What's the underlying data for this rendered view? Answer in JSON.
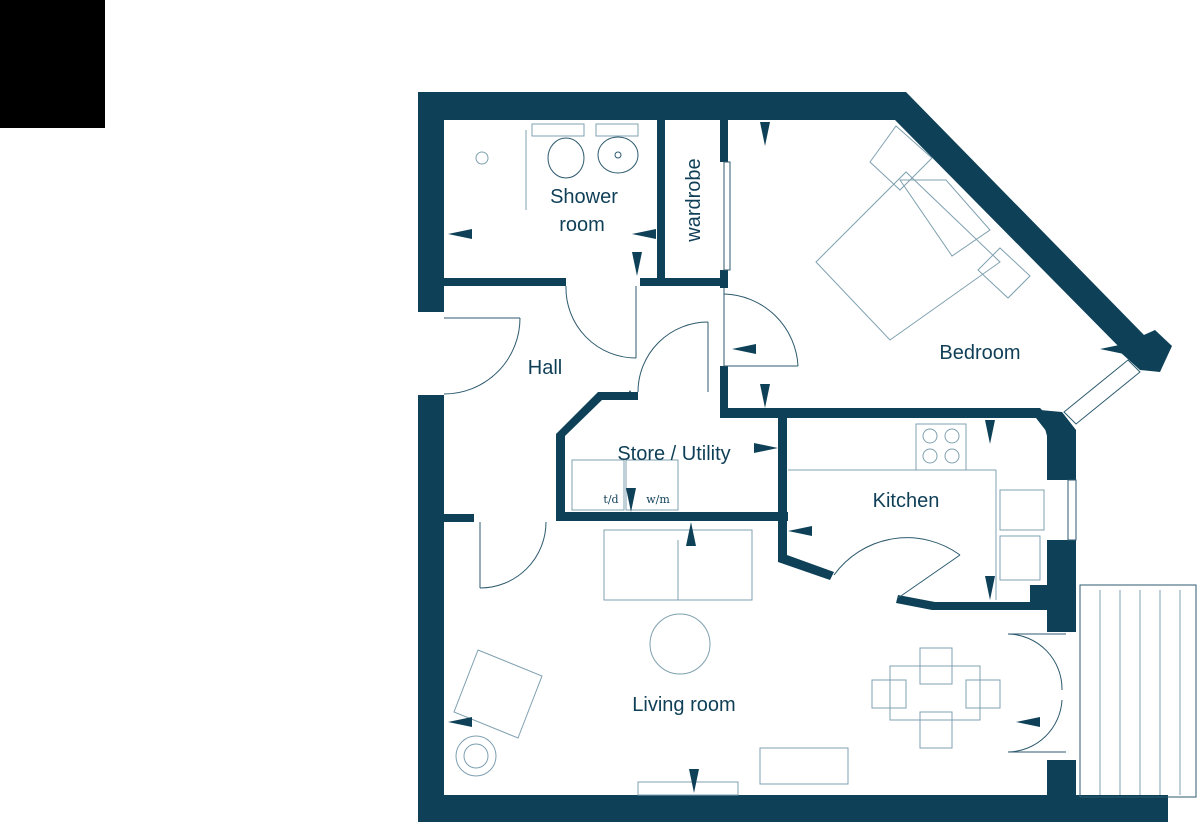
{
  "plan": {
    "rooms": {
      "shower_room_line1": "Shower",
      "shower_room_line2": "room",
      "wardrobe": "wardrobe",
      "hall": "Hall",
      "bedroom": "Bedroom",
      "store_utility": "Store / Utility",
      "kitchen": "Kitchen",
      "living_room": "Living room"
    },
    "appliances": {
      "tumble_dryer": "t/d",
      "washing_machine": "w/m"
    },
    "colors": {
      "wall": "#0e4158",
      "text": "#0f3f57",
      "fixture_line": "#7fa0b0",
      "corner_swatch": "#000000"
    }
  }
}
